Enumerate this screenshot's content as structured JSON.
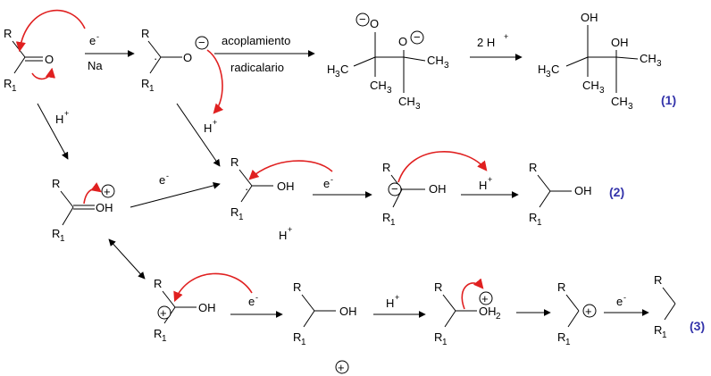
{
  "atoms": {
    "R": "R",
    "R1": "R",
    "sub1": "1",
    "O": "O",
    "OH": "OH",
    "H3C_H": "H",
    "H3C_3": "3",
    "H3C_C": "C",
    "CH3_C": "CH",
    "CH3_3": "3",
    "O_plus_H2": "OH",
    "sub2": "2",
    "plus": "+",
    "minus": "−",
    "dot": "·"
  },
  "reagents": {
    "electron": "e",
    "electron_sup": "-",
    "sodium": "Na",
    "proton": "H",
    "proton_sup": "+",
    "coupling_top": "acoplamiento",
    "coupling_bottom": "radicalario",
    "two_protons": "2 H"
  },
  "labels": {
    "pathway1": "(1)",
    "pathway2": "(2)",
    "pathway3": "(3)"
  },
  "colors": {
    "ink": "#000000",
    "curly_arrow": "#e02020",
    "label": "#3333aa"
  }
}
